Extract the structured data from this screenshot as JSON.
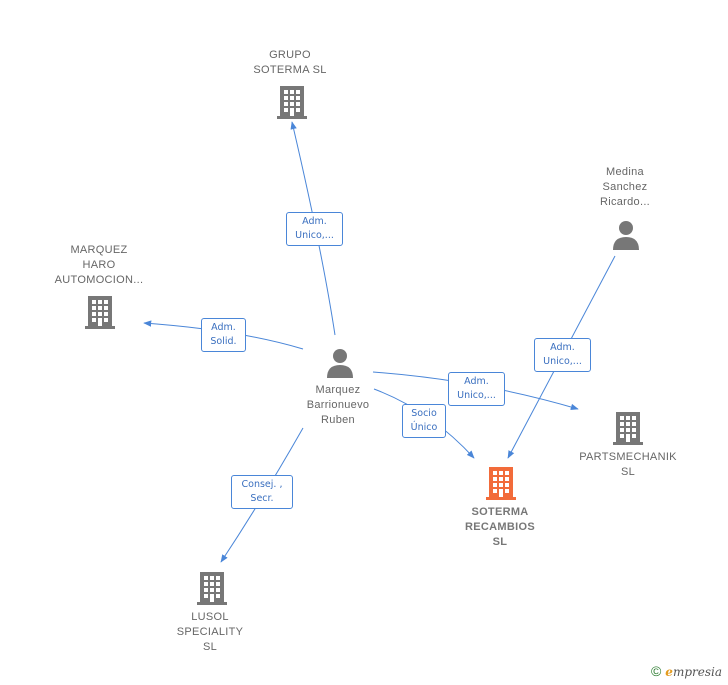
{
  "nodes": {
    "grupo_soterma": {
      "label": "GRUPO\nSOTERMA  SL",
      "type": "company"
    },
    "marquez_haro": {
      "label": "MARQUEZ\nHARO\nAUTOMOCION...",
      "type": "company"
    },
    "medina_sanchez": {
      "label": "Medina\nSanchez\nRicardo...",
      "type": "person"
    },
    "marquez_barrionuevo": {
      "label": "Marquez\nBarrionuevo\nRuben",
      "type": "person"
    },
    "partsmechanik": {
      "label": "PARTSMECHANIK\nSL",
      "type": "company"
    },
    "soterma_recambios": {
      "label": "SOTERMA\nRECAMBIOS\nSL",
      "type": "company"
    },
    "lusol_speciality": {
      "label": "LUSOL\nSPECIALITY\nSL",
      "type": "company"
    }
  },
  "edges": {
    "to_grupo": "Adm.\nUnico,...",
    "to_marquez_haro": "Adm.\nSolid.",
    "to_partsmechanik": "Adm.\nUnico,...",
    "to_soterma_socio": "Socio\nÚnico",
    "medina_to_soterma": "Adm.\nUnico,...",
    "to_lusol": "Consej. ,\nSecr."
  },
  "colors": {
    "edge": "#4a86d8",
    "node_icon": "#777777",
    "highlight_icon": "#f26b3a"
  },
  "footer": {
    "symbol": "©",
    "brand_initial": "e",
    "brand_rest": "mpresia"
  }
}
